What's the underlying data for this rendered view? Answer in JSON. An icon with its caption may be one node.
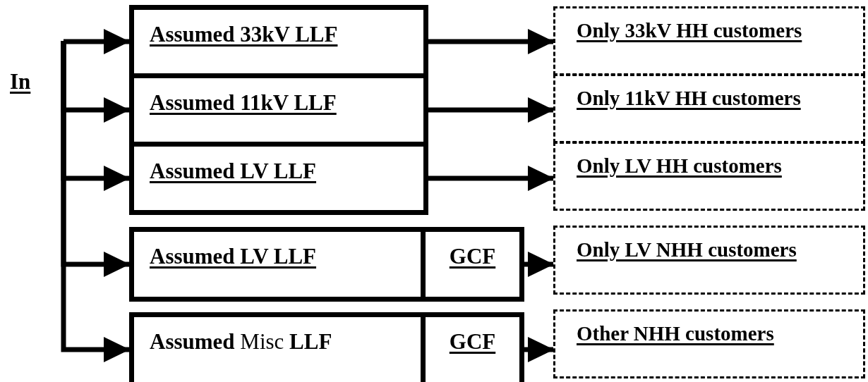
{
  "diagram": {
    "nodes": [
      {
        "text": [
          "Assumed 33kV LLF"
        ]
      },
      {
        "text": [
          "Assumed 11kV LLF"
        ]
      },
      {
        "text": [
          "Assumed LV LLF"
        ]
      },
      {
        "text": [
          "Assumed LV LLF"
        ]
      },
      {
        "text": [
          "GCF"
        ]
      },
      {
        "text": [
          "**Assumed** Misc **LLF**"
        ]
      },
      {
        "text": [
          "GCF"
        ]
      },
      {
        "text": [
          "Only 33kV HH customers"
        ]
      },
      {
        "text": [
          "Only 11kV HH customers"
        ]
      },
      {
        "text": [
          "Only LV HH customers"
        ]
      },
      {
        "text": [
          "Only LV NHH customers"
        ]
      },
      {
        "text": [
          "Other NHH customers"
        ]
      }
    ],
    "edges": [
      {
        "from": null,
        "to": 0,
        "arrow": "to"
      },
      {
        "from": null,
        "to": 1,
        "arrow": "to"
      },
      {
        "from": null,
        "to": 2,
        "arrow": "to"
      },
      {
        "from": null,
        "to": 3,
        "arrow": "to"
      },
      {
        "from": null,
        "to": 5,
        "arrow": "to"
      },
      {
        "from": 0,
        "to": 7,
        "arrow": "to"
      },
      {
        "from": 1,
        "to": 8,
        "arrow": "to"
      },
      {
        "from": 2,
        "to": 9,
        "arrow": "to"
      },
      {
        "from": 4,
        "to": 10,
        "arrow": "to"
      },
      {
        "from": 6,
        "to": 11,
        "arrow": "to"
      }
    ],
    "labels": [
      "In"
    ]
  }
}
